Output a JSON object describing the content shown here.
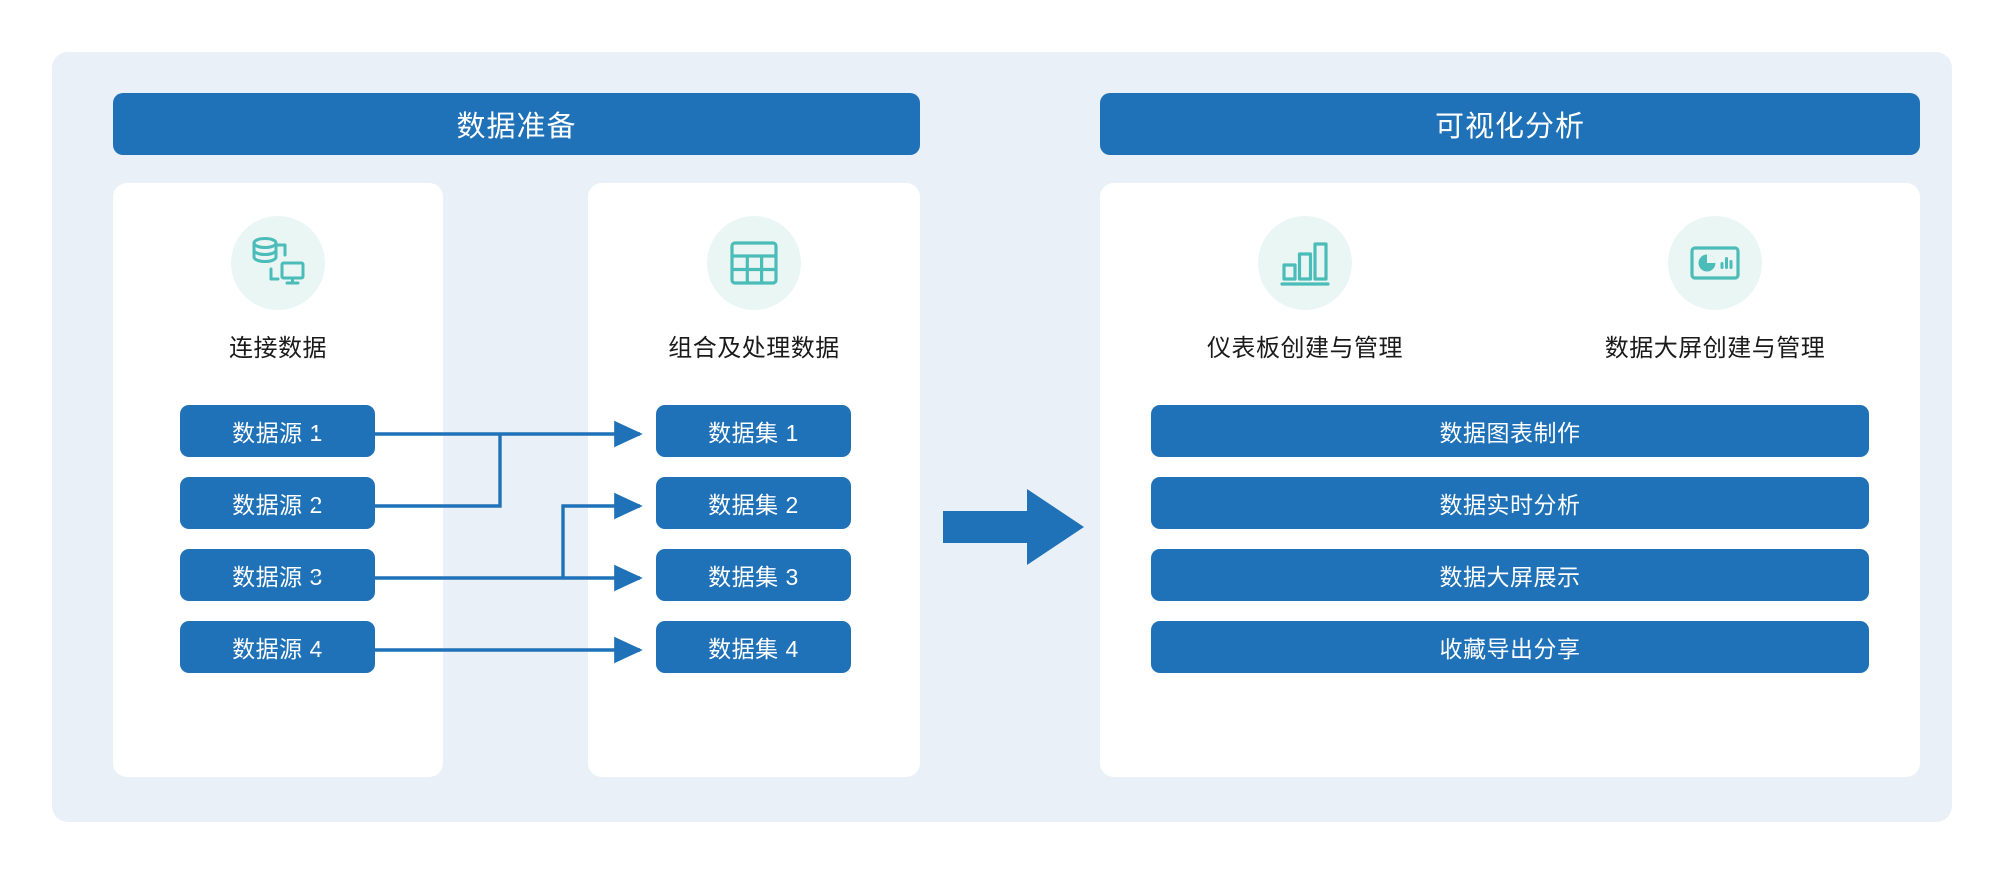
{
  "diagram": {
    "title_prep": "数据准备",
    "title_viz": "可视化分析",
    "colors": {
      "accent_blue": "#1f72b8",
      "panel_bg": "#eaf0f8",
      "card_bg": "#ffffff",
      "icon_teal": "#4cbcb8",
      "icon_circle_bg": "#eaf6f4",
      "text_dark": "#1a1a1a"
    }
  },
  "prep": {
    "connect": {
      "caption": "连接数据",
      "icon": "database-to-monitor-icon",
      "items": [
        {
          "label": "数据源 1"
        },
        {
          "label": "数据源 2"
        },
        {
          "label": "数据源 3"
        },
        {
          "label": "数据源 4"
        }
      ]
    },
    "combine": {
      "caption": "组合及处理数据",
      "icon": "table-grid-icon",
      "items": [
        {
          "label": "数据集 1"
        },
        {
          "label": "数据集 2"
        },
        {
          "label": "数据集 3"
        },
        {
          "label": "数据集 4"
        }
      ]
    },
    "connections": [
      {
        "from": "数据源 1",
        "to": "数据集 1",
        "style": "straight"
      },
      {
        "from": "数据源 2",
        "to": "数据集 1",
        "style": "elbow-up"
      },
      {
        "from": "数据源 3",
        "to": "数据集 3",
        "style": "straight"
      },
      {
        "from": "数据源 3",
        "to": "数据集 2",
        "style": "branch-up"
      },
      {
        "from": "数据源 4",
        "to": "数据集 4",
        "style": "straight"
      }
    ]
  },
  "flow_arrow": {
    "icon": "right-arrow-icon",
    "direction": "right"
  },
  "viz": {
    "heads": [
      {
        "caption": "仪表板创建与管理",
        "icon": "bar-chart-icon"
      },
      {
        "caption": "数据大屏创建与管理",
        "icon": "dashboard-screen-icon"
      }
    ],
    "items": [
      {
        "label": "数据图表制作"
      },
      {
        "label": "数据实时分析"
      },
      {
        "label": "数据大屏展示"
      },
      {
        "label": "收藏导出分享"
      }
    ]
  }
}
